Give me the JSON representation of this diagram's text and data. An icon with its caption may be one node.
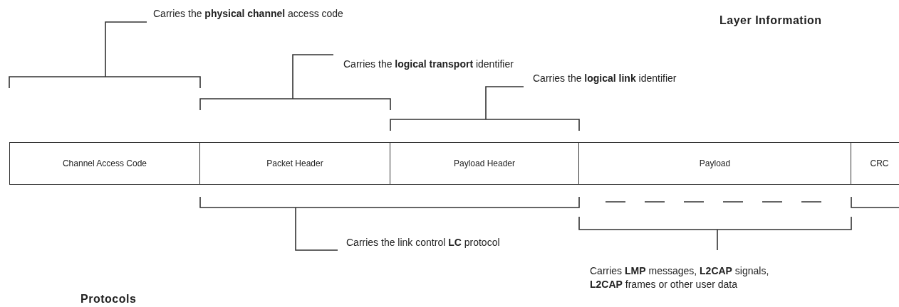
{
  "diagram": {
    "nodes": [
      {
        "text": [
          "Channel Access Code"
        ]
      },
      {
        "text": [
          "Packet Header"
        ]
      },
      {
        "text": [
          "Payload Header"
        ]
      },
      {
        "text": [
          "Payload"
        ]
      },
      {
        "text": [
          "CRC"
        ]
      }
    ],
    "labels": [
      "Carries the **physical channel** access code",
      "Layer Information",
      "Carries the **logical transport** identifier",
      "Carries the **logical link** identifier",
      "Carries the link control **LC** protocol",
      "Carries **LMP** messages, **L2CAP** signals, **L2CAP** frames or other user data",
      "Protocols"
    ]
  }
}
